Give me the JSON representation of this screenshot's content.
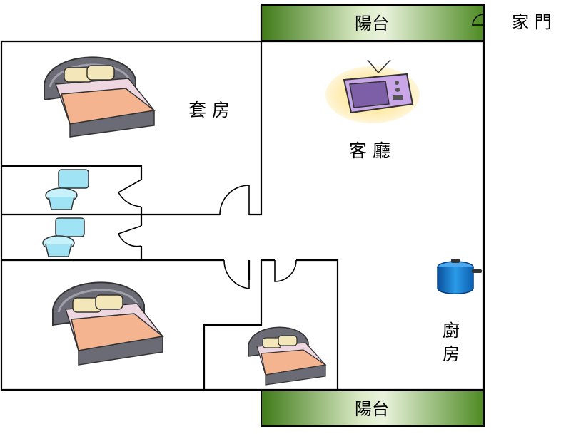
{
  "labels": {
    "balcony_top": "陽台",
    "balcony_bottom": "陽台",
    "front_door": "家 門",
    "master_suite": "套 房",
    "living_room": "客 廳",
    "kitchen_line1": "廚",
    "kitchen_line2": "房"
  },
  "colors": {
    "wall": "#000000",
    "balcony_dark": "#4e8a23",
    "balcony_light": "#eef6e0",
    "bed_mattress": "#f3b48f",
    "bed_frame": "#6b6b75",
    "toilet": "#9fe3f5",
    "pot": "#1a7fd0",
    "tv": "#c9a6e8"
  },
  "icons": [
    "bed-icon",
    "toilet-icon",
    "television-icon",
    "cooking-pot-icon",
    "door-swing-icon"
  ]
}
